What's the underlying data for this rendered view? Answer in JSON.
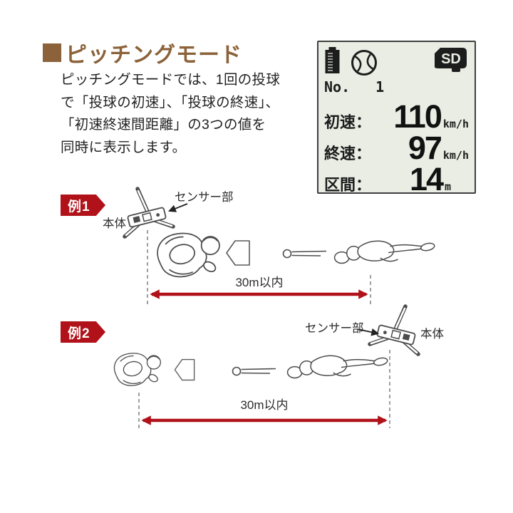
{
  "title": "ピッチングモード",
  "intro_lines": [
    "ピッチングモードでは、1回の投球",
    "で「投球の初速」、「投球の終速」、",
    "「初速終速間距離」の3つの値を",
    "同時に表示します。"
  ],
  "lcd": {
    "no_label": "No.",
    "no_value": "1",
    "sd_label": "SD",
    "icons": {
      "battery": "battery-full-icon",
      "ball": "baseball-icon",
      "sd": "sd-card-icon"
    },
    "rows": [
      {
        "label": "初速：",
        "value": "110",
        "unit": "km/h"
      },
      {
        "label": "終速：",
        "value": "97",
        "unit": "km/h"
      },
      {
        "label": "区間：",
        "value": "14",
        "unit": "m"
      }
    ]
  },
  "example1": {
    "badge": "例1",
    "sensor_label": "センサー部",
    "unit_label": "本体",
    "distance_label": "30m以内"
  },
  "example2": {
    "badge": "例2",
    "sensor_label": "センサー部",
    "unit_label": "本体",
    "distance_label": "30m以内"
  },
  "colors": {
    "title_brown": "#8b6239",
    "accent_red": "#b1121a",
    "lcd_bg": "#e9ede3",
    "line_art": "#4c4c4c"
  }
}
